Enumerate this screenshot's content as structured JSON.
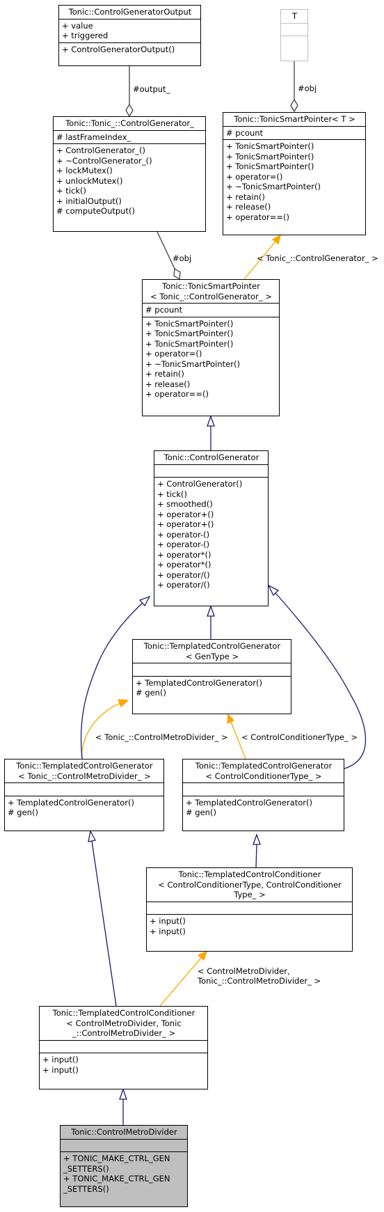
{
  "nodes": {
    "control_generator_output": {
      "title": [
        "Tonic::ControlGeneratorOutput"
      ],
      "attributes": [
        "+ value",
        "+ triggered"
      ],
      "methods": [
        "+ ControlGeneratorOutput()"
      ]
    },
    "template_t": {
      "title": [
        "T"
      ],
      "attributes": [],
      "methods": []
    },
    "control_generator_impl": {
      "title": [
        "Tonic::Tonic_::ControlGenerator_"
      ],
      "attributes": [
        "# lastFrameIndex_"
      ],
      "methods": [
        "+ ControlGenerator_()",
        "+ ~ControlGenerator_()",
        "+ lockMutex()",
        "+ unlockMutex()",
        "+ tick()",
        "+ initialOutput()",
        "# computeOutput()"
      ]
    },
    "tonic_smart_pointer_t": {
      "title": [
        "Tonic::TonicSmartPointer< T >"
      ],
      "attributes": [
        "# pcount"
      ],
      "methods": [
        "+ TonicSmartPointer()",
        "+ TonicSmartPointer()",
        "+ TonicSmartPointer()",
        "+ operator=()",
        "+ ~TonicSmartPointer()",
        "+ retain()",
        "+ release()",
        "+ operator==()"
      ]
    },
    "tonic_smart_pointer_cg": {
      "title": [
        "Tonic::TonicSmartPointer",
        "< Tonic_::ControlGenerator_ >"
      ],
      "attributes": [
        "# pcount"
      ],
      "methods": [
        "+ TonicSmartPointer()",
        "+ TonicSmartPointer()",
        "+ TonicSmartPointer()",
        "+ operator=()",
        "+ ~TonicSmartPointer()",
        "+ retain()",
        "+ release()",
        "+ operator==()"
      ]
    },
    "control_generator": {
      "title": [
        "Tonic::ControlGenerator"
      ],
      "attributes": [],
      "methods": [
        "+ ControlGenerator()",
        "+ tick()",
        "+ smoothed()",
        "+ operator+()",
        "+ operator+()",
        "+ operator-()",
        "+ operator-()",
        "+ operator*()",
        "+ operator*()",
        "+ operator/()",
        "+ operator/()"
      ]
    },
    "templated_cg_gentype": {
      "title": [
        "Tonic::TemplatedControlGenerator",
        "< GenType >"
      ],
      "attributes": [],
      "methods": [
        "+ TemplatedControlGenerator()",
        "# gen()"
      ]
    },
    "templated_cg_metro": {
      "title": [
        "Tonic::TemplatedControlGenerator",
        "< Tonic_::ControlMetroDivider_ >"
      ],
      "attributes": [],
      "methods": [
        "+ TemplatedControlGenerator()",
        "# gen()"
      ]
    },
    "templated_cg_conditioner": {
      "title": [
        "Tonic::TemplatedControlGenerator",
        "< ControlConditionerType_ >"
      ],
      "attributes": [],
      "methods": [
        "+ TemplatedControlGenerator()",
        "# gen()"
      ]
    },
    "templated_cc_generic": {
      "title": [
        "Tonic::TemplatedControlConditioner",
        "< ControlConditionerType, ControlConditioner",
        "Type_ >"
      ],
      "attributes": [],
      "methods": [
        "+ input()",
        "+ input()"
      ]
    },
    "templated_cc_metro": {
      "title": [
        "Tonic::TemplatedControlConditioner",
        "< ControlMetroDivider, Tonic",
        "_::ControlMetroDivider_ >"
      ],
      "attributes": [],
      "methods": [
        "+ input()",
        "+ input()"
      ]
    },
    "control_metro_divider": {
      "title": [
        "Tonic::ControlMetroDivider"
      ],
      "attributes": [],
      "methods": [
        "+ TONIC_MAKE_CTRL_GEN",
        "_SETTERS()",
        "+ TONIC_MAKE_CTRL_GEN",
        "_SETTERS()"
      ]
    }
  },
  "edge_labels": {
    "output": [
      "#output_"
    ],
    "obj_t": [
      "#obj"
    ],
    "obj_cg": [
      "#obj"
    ],
    "bind_cg_impl": [
      "< Tonic_::ControlGenerator_ >"
    ],
    "bind_metro": [
      "< Tonic_::ControlMetroDivider_ >"
    ],
    "bind_conditioner": [
      "< ControlConditionerType_ >"
    ],
    "bind_cc_metro": [
      "< ControlMetroDivider,",
      "Tonic_::ControlMetroDivider_ >"
    ]
  },
  "colors": {
    "inheritance": "#191970",
    "template_binding": "#ffa500",
    "usage": "#404040",
    "highlight_fill": "#bfbfbf",
    "gray_border": "#bfbfbf"
  }
}
